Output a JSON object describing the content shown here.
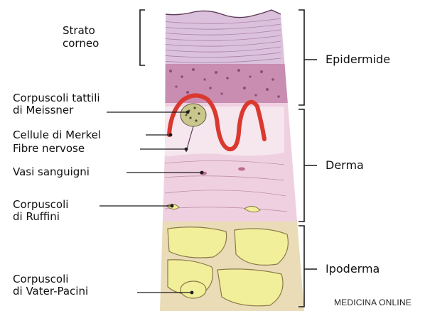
{
  "labels": {
    "strato": [
      "Strato",
      "corneo"
    ],
    "meissner": [
      "Corpuscoli tattili",
      "di Meissner"
    ],
    "merkel": "Cellule di Merkel",
    "fibre": "Fibre nervose",
    "vasi": "Vasi sanguigni",
    "ruffini": [
      "Corpuscoli",
      "di Ruffini"
    ],
    "pacini": [
      "Corpuscoli",
      "di Vater-Pacini"
    ]
  },
  "layers": {
    "epidermide": "Epidermide",
    "derma": "Derma",
    "ipoderma": "Ipoderma"
  },
  "watermark": "MEDICINA ONLINE",
  "colors": {
    "corneum": "#dcc1dc",
    "epidermis": "#c98db1",
    "dermis": "#efd0e0",
    "hypodermis": "#e9dcb6",
    "fat": "#f1ef9a",
    "vessel": "#d9392f",
    "line": "#1a1a1a"
  }
}
